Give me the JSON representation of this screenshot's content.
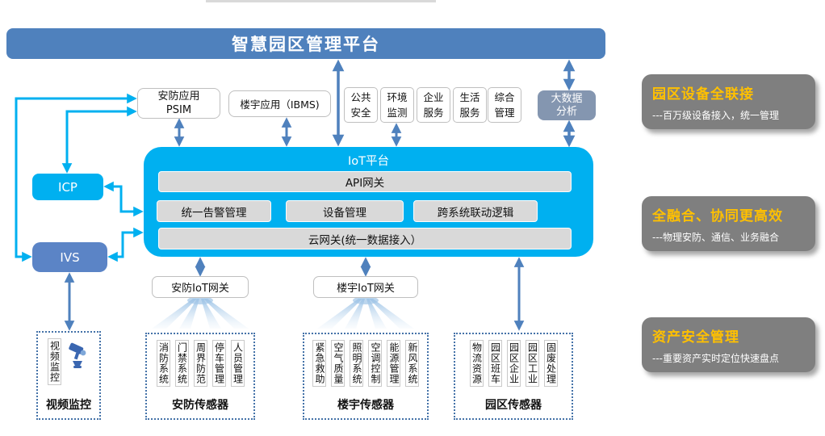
{
  "banner": {
    "title": "智慧园区管理平台"
  },
  "apps": {
    "psim": {
      "l1": "安防应用",
      "l2": "PSIM"
    },
    "ibms": "楼宇应用（IBMS)",
    "small": [
      {
        "l1": "公共",
        "l2": "安全"
      },
      {
        "l1": "环境",
        "l2": "监测"
      },
      {
        "l1": "企业",
        "l2": "服务"
      },
      {
        "l1": "生活",
        "l2": "服务"
      },
      {
        "l1": "综合",
        "l2": "管理"
      }
    ],
    "bigdata": {
      "l1": "大数据",
      "l2": "分析"
    }
  },
  "iot": {
    "title": "IoT平台",
    "api": "API网关",
    "modules": [
      "统一告警管理",
      "设备管理",
      "跨系统联动逻辑"
    ],
    "cloud_gateway": "云网关(统一数据接入）"
  },
  "left_nodes": {
    "icp": "ICP",
    "ivs": "IVS"
  },
  "gateways": {
    "security": "安防IoT网关",
    "building": "楼宇IoT网关"
  },
  "sensor_groups": [
    {
      "label": "视频监控",
      "icon": "ptz-camera-icon",
      "columns": [
        "视频监控"
      ]
    },
    {
      "label": "安防传感器",
      "columns": [
        "消防系统",
        "门禁系统",
        "周界防范",
        "停车管理",
        "人员管理"
      ]
    },
    {
      "label": "楼宇传感器",
      "columns": [
        "紧急救助",
        "空气质量",
        "照明系统",
        "空调控制",
        "能源管理",
        "新风系统"
      ]
    },
    {
      "label": "园区传感器",
      "columns": [
        "物流资源",
        "园区班车",
        "园区企业",
        "园区工业",
        "固废处理"
      ]
    }
  ],
  "benefits": [
    {
      "title": "园区设备全联接",
      "desc": "---百万级设备接入，统一管理"
    },
    {
      "title": "全融合、协同更高效",
      "desc": "---物理安防、通信、业务融合"
    },
    {
      "title": "资产安全管理",
      "desc": "---重要资产实时定位快速盘点"
    }
  ],
  "colors": {
    "banner_blue": "#4F81BD",
    "iot_cyan": "#00B0F0",
    "ivs_blue": "#5B84C6",
    "bigdata_blue": "#8496B0",
    "bar_gray": "#D9D9D9",
    "panel_gray": "#7F7F7F",
    "benefit_title_orange": "#FFC000",
    "arrow_steel_blue": "#4F81BD",
    "arrow_cyan": "#00B0F0",
    "dashed_border_blue": "#4472A8"
  }
}
